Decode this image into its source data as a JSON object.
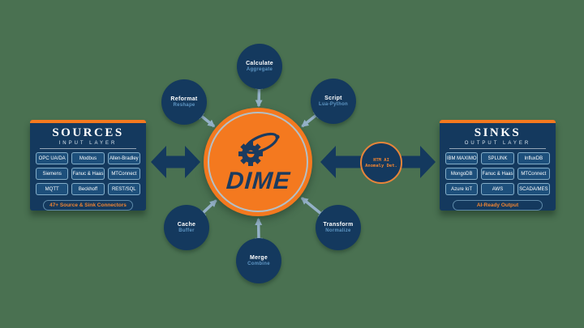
{
  "colors": {
    "background": "#4A7151",
    "navy": "#14395E",
    "orange": "#F4791F",
    "accent_blue": "#5E96C4",
    "connector": "#94B1C8"
  },
  "center": {
    "logo_text": "DIME",
    "gear_icon": "gear-orbit-icon"
  },
  "ai_node": {
    "line1": "HTM AI",
    "line2": "Anomaly Det."
  },
  "satellites": [
    {
      "id": "calculate",
      "title": "Calculate",
      "subtitle": "Aggregate"
    },
    {
      "id": "script",
      "title": "Script",
      "subtitle": "Lua-Python"
    },
    {
      "id": "reformat",
      "title": "Reformat",
      "subtitle": "Reshape"
    },
    {
      "id": "cache",
      "title": "Cache",
      "subtitle": "Buffer"
    },
    {
      "id": "merge",
      "title": "Merge",
      "subtitle": "Combine"
    },
    {
      "id": "transform",
      "title": "Transform",
      "subtitle": "Normalize"
    }
  ],
  "sources_panel": {
    "title": "SOURCES",
    "subtitle": "INPUT LAYER",
    "buttons": [
      "OPC UA/DA",
      "Modbus",
      "Allen-Bradley",
      "Siemens",
      "Fanuc & Haas",
      "MTConnect",
      "MQTT",
      "Beckhoff",
      "REST/SQL"
    ],
    "footer": "47+ Source & Sink Connectors"
  },
  "sinks_panel": {
    "title": "SINKS",
    "subtitle": "OUTPUT LAYER",
    "buttons": [
      "IBM MAXIMO",
      "SPLUNK",
      "InfluxDB",
      "MongoDB",
      "Fanuc & Haas",
      "MTConnect",
      "Azure IoT",
      "AWS",
      "SCADA/MES"
    ],
    "footer": "AI-Ready Output"
  }
}
